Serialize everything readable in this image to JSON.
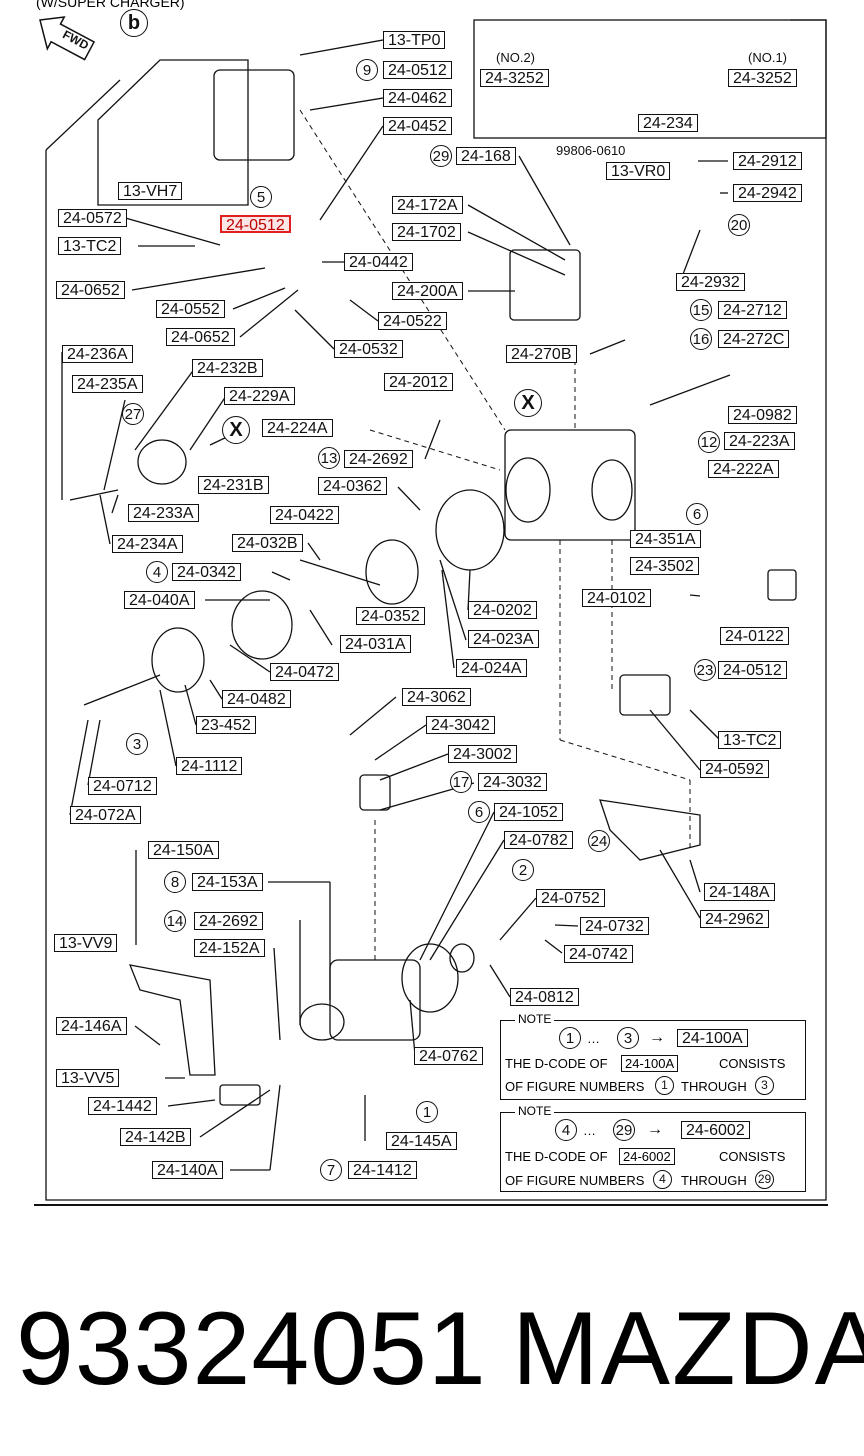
{
  "header": {
    "note": "(W/SUPER CHARGER)",
    "fwd": "FWD"
  },
  "labels": [
    {
      "id": "l1",
      "text": "13-TP0"
    },
    {
      "id": "l2",
      "text": "24-0512"
    },
    {
      "id": "l3",
      "text": "24-0462"
    },
    {
      "id": "l4",
      "text": "24-0452"
    },
    {
      "id": "l5",
      "text": "24-168"
    },
    {
      "id": "l6",
      "text": "13-VH7"
    },
    {
      "id": "l7",
      "text": "24-0572"
    },
    {
      "id": "l8",
      "text": "24-0512",
      "highlight": true
    },
    {
      "id": "l9",
      "text": "13-TC2"
    },
    {
      "id": "l10",
      "text": "24-0652"
    },
    {
      "id": "l11",
      "text": "24-0552"
    },
    {
      "id": "l12",
      "text": "24-0652"
    },
    {
      "id": "l13",
      "text": "24-0442"
    },
    {
      "id": "l14",
      "text": "24-172A"
    },
    {
      "id": "l15",
      "text": "24-1702"
    },
    {
      "id": "l16",
      "text": "24-200A"
    },
    {
      "id": "l17",
      "text": "24-0522"
    },
    {
      "id": "l18",
      "text": "24-0532"
    },
    {
      "id": "l19",
      "text": "24-270B"
    },
    {
      "id": "l20",
      "text": "24-3252"
    },
    {
      "id": "l21",
      "text": "24-3252"
    },
    {
      "id": "l22",
      "text": "24-234"
    },
    {
      "id": "l23",
      "text": "24-2912"
    },
    {
      "id": "l24",
      "text": "13-VR0"
    },
    {
      "id": "l25",
      "text": "24-2942"
    },
    {
      "id": "l26",
      "text": "24-2932"
    },
    {
      "id": "l27",
      "text": "24-2712"
    },
    {
      "id": "l28",
      "text": "24-272C"
    },
    {
      "id": "l29",
      "text": "24-0982"
    },
    {
      "id": "l30",
      "text": "24-223A"
    },
    {
      "id": "l31",
      "text": "24-222A"
    },
    {
      "id": "l32",
      "text": "24-236A"
    },
    {
      "id": "l33",
      "text": "24-235A"
    },
    {
      "id": "l34",
      "text": "24-232B"
    },
    {
      "id": "l35",
      "text": "24-229A"
    },
    {
      "id": "l36",
      "text": "24-224A"
    },
    {
      "id": "l37",
      "text": "24-2012"
    },
    {
      "id": "l38",
      "text": "24-2692"
    },
    {
      "id": "l39",
      "text": "24-231B"
    },
    {
      "id": "l40",
      "text": "24-233A"
    },
    {
      "id": "l41",
      "text": "24-234A"
    },
    {
      "id": "l42",
      "text": "24-0362"
    },
    {
      "id": "l43",
      "text": "24-0422"
    },
    {
      "id": "l44",
      "text": "24-032B"
    },
    {
      "id": "l45",
      "text": "24-0342"
    },
    {
      "id": "l46",
      "text": "24-040A"
    },
    {
      "id": "l47",
      "text": "24-0352"
    },
    {
      "id": "l48",
      "text": "24-031A"
    },
    {
      "id": "l49",
      "text": "24-0202"
    },
    {
      "id": "l50",
      "text": "24-023A"
    },
    {
      "id": "l51",
      "text": "24-024A"
    },
    {
      "id": "l52",
      "text": "24-0102"
    },
    {
      "id": "l53",
      "text": "24-351A"
    },
    {
      "id": "l54",
      "text": "24-3502"
    },
    {
      "id": "l55",
      "text": "24-0122"
    },
    {
      "id": "l56",
      "text": "24-0472"
    },
    {
      "id": "l57",
      "text": "24-0482"
    },
    {
      "id": "l58",
      "text": "23-452"
    },
    {
      "id": "l59",
      "text": "24-1112"
    },
    {
      "id": "l60",
      "text": "24-0712"
    },
    {
      "id": "l61",
      "text": "24-072A"
    },
    {
      "id": "l62",
      "text": "24-3062"
    },
    {
      "id": "l63",
      "text": "24-3042"
    },
    {
      "id": "l64",
      "text": "24-3002"
    },
    {
      "id": "l65",
      "text": "24-3032"
    },
    {
      "id": "l66",
      "text": "24-0512"
    },
    {
      "id": "l67",
      "text": "13-TC2"
    },
    {
      "id": "l68",
      "text": "24-0592"
    },
    {
      "id": "l69",
      "text": "24-1052"
    },
    {
      "id": "l70",
      "text": "24-0782"
    },
    {
      "id": "l71",
      "text": "24-148A"
    },
    {
      "id": "l72",
      "text": "24-2962"
    },
    {
      "id": "l73",
      "text": "24-150A"
    },
    {
      "id": "l74",
      "text": "24-153A"
    },
    {
      "id": "l75",
      "text": "24-2692"
    },
    {
      "id": "l76",
      "text": "24-152A"
    },
    {
      "id": "l77",
      "text": "13-VV9"
    },
    {
      "id": "l78",
      "text": "24-0752"
    },
    {
      "id": "l79",
      "text": "24-0732"
    },
    {
      "id": "l80",
      "text": "24-0742"
    },
    {
      "id": "l81",
      "text": "24-0812"
    },
    {
      "id": "l82",
      "text": "24-146A"
    },
    {
      "id": "l83",
      "text": "13-VV5"
    },
    {
      "id": "l84",
      "text": "24-0762"
    },
    {
      "id": "l85",
      "text": "24-1442"
    },
    {
      "id": "l86",
      "text": "24-142B"
    },
    {
      "id": "l87",
      "text": "24-145A"
    },
    {
      "id": "l88",
      "text": "24-140A"
    },
    {
      "id": "l89",
      "text": "24-1412"
    }
  ],
  "circled": [
    {
      "id": "c1",
      "text": "b",
      "big": true
    },
    {
      "id": "c2",
      "text": "9"
    },
    {
      "id": "c3",
      "text": "5"
    },
    {
      "id": "c4",
      "text": "29"
    },
    {
      "id": "c5",
      "text": "20"
    },
    {
      "id": "c6",
      "text": "15"
    },
    {
      "id": "c7",
      "text": "16"
    },
    {
      "id": "c8",
      "text": "27"
    },
    {
      "id": "c9",
      "text": "X",
      "big": true
    },
    {
      "id": "c10",
      "text": "X",
      "big": true
    },
    {
      "id": "c11",
      "text": "13"
    },
    {
      "id": "c12",
      "text": "12"
    },
    {
      "id": "c13",
      "text": "6"
    },
    {
      "id": "c14",
      "text": "4"
    },
    {
      "id": "c15",
      "text": "23"
    },
    {
      "id": "c16",
      "text": "3"
    },
    {
      "id": "c17",
      "text": "17"
    },
    {
      "id": "c18",
      "text": "6"
    },
    {
      "id": "c19",
      "text": "24"
    },
    {
      "id": "c20",
      "text": "2"
    },
    {
      "id": "c21",
      "text": "8"
    },
    {
      "id": "c22",
      "text": "14"
    },
    {
      "id": "c23",
      "text": "1"
    },
    {
      "id": "c24",
      "text": "7"
    }
  ],
  "raw": {
    "no2": "(NO.2)",
    "no1": "(NO.1)",
    "code": "99806-0610"
  },
  "notes": [
    {
      "title": "NOTE",
      "from": "1",
      "to": "3",
      "code": "24-100A",
      "line1a": "THE D-CODE OF",
      "line1b": "CONSISTS",
      "line2a": "OF FIGURE NUMBERS",
      "line2b": "THROUGH"
    },
    {
      "title": "NOTE",
      "from": "4",
      "to": "29",
      "code": "24-6002",
      "line1a": "THE D-CODE OF",
      "line1b": "CONSISTS",
      "line2a": "OF FIGURE NUMBERS",
      "line2b": "THROUGH"
    }
  ],
  "footer": {
    "part_number": "93324051",
    "brand": "MAZDA"
  }
}
